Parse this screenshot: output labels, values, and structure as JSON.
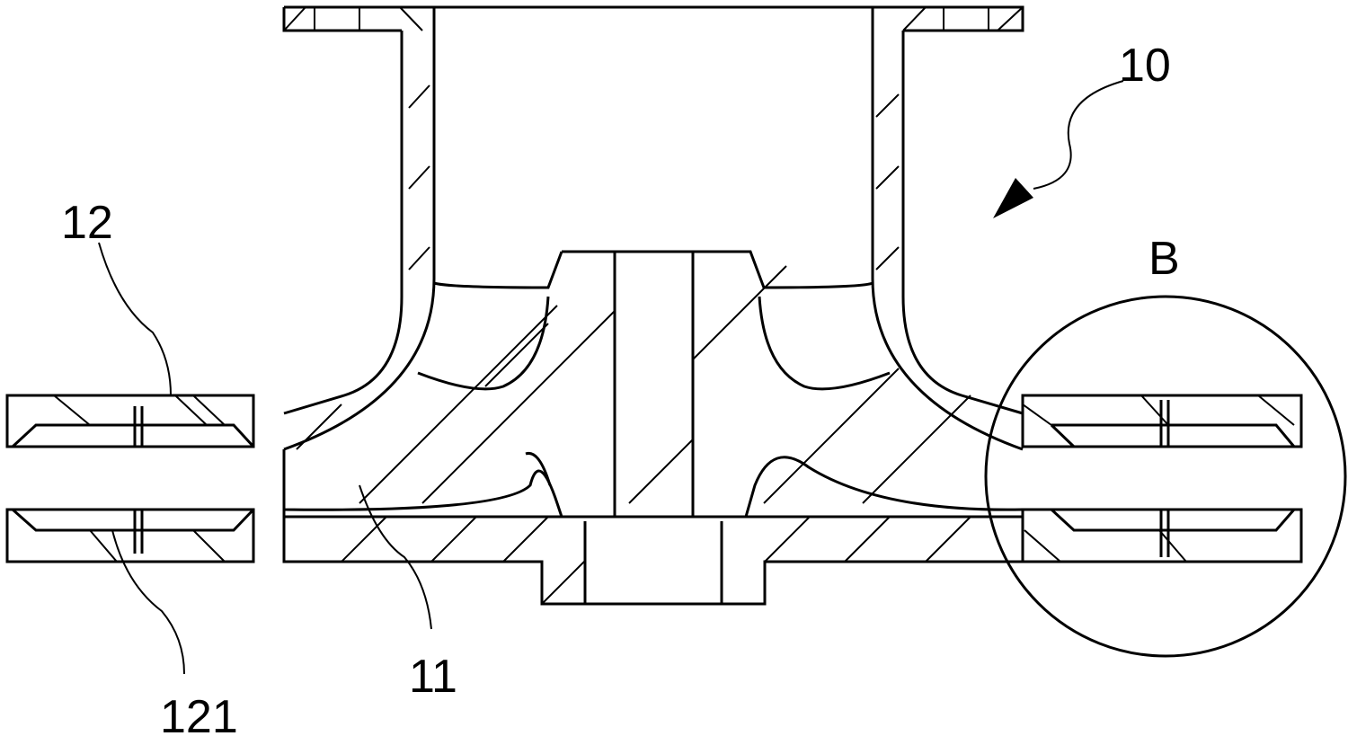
{
  "figure": {
    "labels": {
      "assembly": "10",
      "impeller": "11",
      "diffuser": "12",
      "diffuser_vane": "121",
      "detail": "B"
    }
  }
}
